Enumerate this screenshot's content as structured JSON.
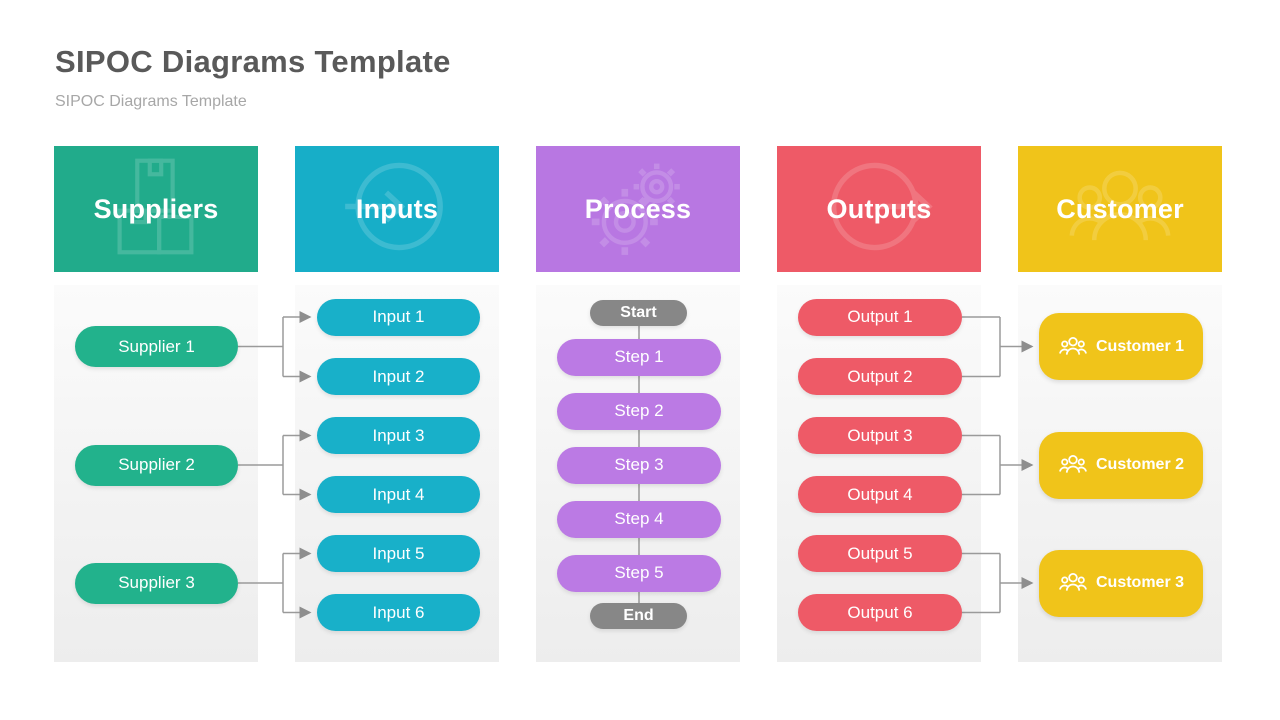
{
  "title": "SIPOC Diagrams Template",
  "subtitle": "SIPOC Diagrams Template",
  "colors": {
    "suppliers": "#21ab8b",
    "inputs": "#17aec8",
    "process": "#b877e2",
    "outputs": "#ee5a67",
    "customer": "#f0c41a",
    "start_end": "#878787",
    "connector": "#949494",
    "title_text": "#595959",
    "subtitle_text": "#a7a7a7",
    "panel_top": "#fbfbfb",
    "panel_bottom": "#ededed"
  },
  "columns": {
    "suppliers": {
      "header": "Suppliers",
      "icon": "boxes-icon",
      "items": [
        "Supplier 1",
        "Supplier 2",
        "Supplier 3"
      ]
    },
    "inputs": {
      "header": "Inputs",
      "icon": "import-arrow-icon",
      "items": [
        "Input 1",
        "Input 2",
        "Input 3",
        "Input 4",
        "Input 5",
        "Input 6"
      ]
    },
    "process": {
      "header": "Process",
      "icon": "gears-icon",
      "start": "Start",
      "steps": [
        "Step 1",
        "Step 2",
        "Step 3",
        "Step 4",
        "Step 5"
      ],
      "end": "End"
    },
    "outputs": {
      "header": "Outputs",
      "icon": "export-arrow-icon",
      "items": [
        "Output 1",
        "Output 2",
        "Output 3",
        "Output 4",
        "Output 5",
        "Output 6"
      ]
    },
    "customer": {
      "header": "Customer",
      "icon": "people-group-icon",
      "items": [
        "Customer 1",
        "Customer 2",
        "Customer 3"
      ]
    }
  }
}
